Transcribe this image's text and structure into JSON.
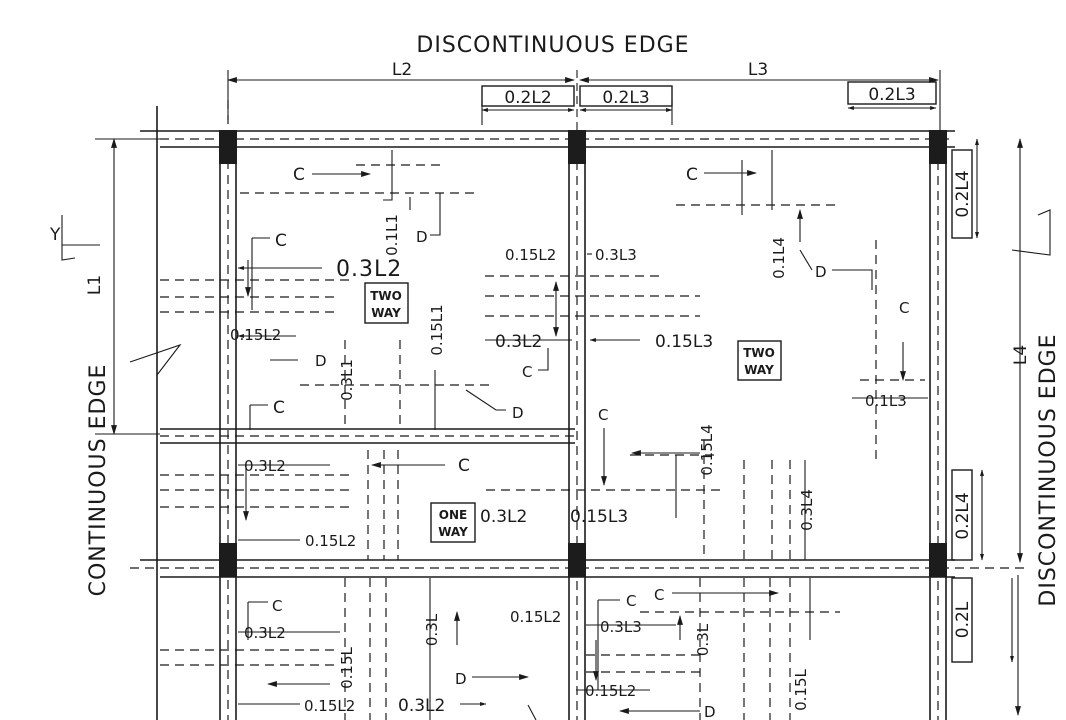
{
  "edges": {
    "top": "DISCONTINUOUS EDGE",
    "left": "CONTINUOUS EDGE",
    "right": "DISCONTINUOUS EDGE"
  },
  "spans": {
    "l2": "L2",
    "l3": "L3",
    "l1": "L1",
    "l4": "L4"
  },
  "dims_top": {
    "a": "0.2L2",
    "b": "0.2L3",
    "c": "0.2L3"
  },
  "dims_right": {
    "a": "0.2L4",
    "b": "0.2L4",
    "c": "0.2L"
  },
  "axis": {
    "y": "Y"
  },
  "panels": {
    "p1": "TWO\nWAY",
    "p2": "TWO\nWAY",
    "p3": "ONE\nWAY",
    "p1_line1": "TWO",
    "p1_line2": "WAY",
    "p2_line1": "TWO",
    "p2_line2": "WAY",
    "p3_line1": "ONE",
    "p3_line2": "WAY"
  },
  "markers": {
    "c": "C",
    "d": "D"
  },
  "labels": {
    "l_03l2_a": "0.3L2",
    "l_015l2_a": "0.15L2",
    "l_01l1": "0.1L1",
    "l_015l1": "0.15L1",
    "l_03l1": "0.3L1",
    "l_015l2_b": "0.15L2",
    "l_03l3_a": "0.3L3",
    "l_03l2_b": "0.3L2",
    "l_015l3": "0.15L3",
    "l_01l4": "0.1L4",
    "l_01l3": "0.1L3",
    "l_03l2_c": "0.3L2",
    "l_015l2_c": "0.15L2",
    "l_03l2_d": "0.3L2",
    "l_015l3_b": "0.15L3",
    "l_015l4": "0.15L4",
    "l_03l4": "0.3L4",
    "l_03l2_e": "0.3L2",
    "l_015l2_d": "0.15L2",
    "l_015l2_e": "0.15L2",
    "l_03l2_f": "0.3L2",
    "l_03l3_b": "0.3L3",
    "l_03l_a": "0.3L",
    "l_015l_a": "0.15L",
    "l_03l_b": "0.3L",
    "l_015l_b": "0.15L",
    "l_015l2_f": "0.15L2"
  }
}
